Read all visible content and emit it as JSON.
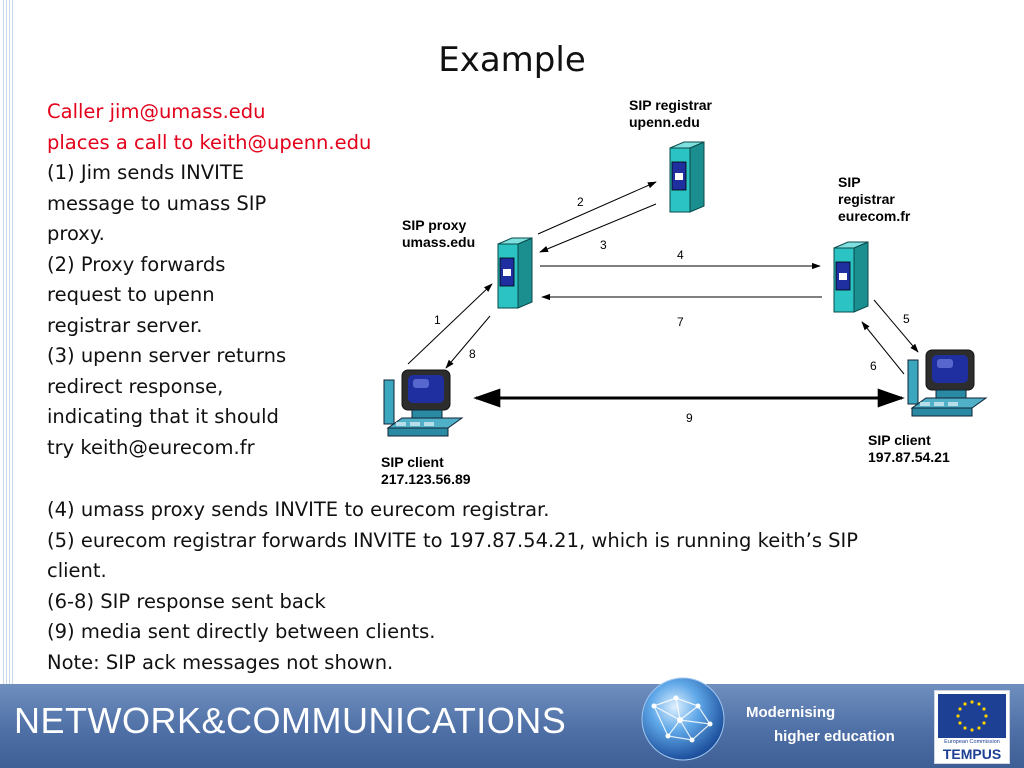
{
  "slide": {
    "title": "Example",
    "caller_lines": [
      "Caller jim@umass.edu",
      "places a call to keith@upenn.edu"
    ],
    "steps_left": [
      "(1) Jim sends INVITE",
      "message to umass SIP",
      "proxy.",
      "(2) Proxy forwards",
      "request to upenn",
      "registrar server.",
      "(3) upenn server returns",
      "redirect response,",
      "indicating that it should",
      "try keith@eurecom.fr"
    ],
    "steps_bottom": [
      "(4) umass proxy sends INVITE to eurecom registrar.",
      "(5) eurecom registrar forwards INVITE to 197.87.54.21, which is running keith’s SIP",
      "client.",
      "(6-8) SIP response sent back",
      "(9) media sent directly between clients.",
      "Note: SIP ack messages not shown."
    ]
  },
  "diagram": {
    "nodes": {
      "registrar_upenn": [
        "SIP registrar",
        "upenn.edu"
      ],
      "registrar_eurecom": [
        "SIP",
        "registrar",
        "eurecom.fr"
      ],
      "proxy_umass": [
        "SIP proxy",
        "umass.edu"
      ],
      "client_jim": [
        "SIP client",
        "217.123.56.89"
      ],
      "client_keith": [
        "SIP client",
        "197.87.54.21"
      ]
    },
    "messages": [
      "1",
      "2",
      "3",
      "4",
      "5",
      "6",
      "7",
      "8",
      "9"
    ]
  },
  "footer": {
    "title": "NETWORK&COMMUNICATIONS",
    "tagline_1": "Modernising",
    "tagline_2": "higher education",
    "logo_small": "European Commission",
    "logo_name": "TEMPUS"
  },
  "colors": {
    "caller_text": "#e3001b",
    "server_body": "#2bc3c3",
    "server_panel": "#1f2fa0",
    "footer_band": "#4f70a6"
  },
  "icons": [
    "server-icon",
    "computer-icon",
    "globe-icon",
    "eu-flag-icon"
  ]
}
